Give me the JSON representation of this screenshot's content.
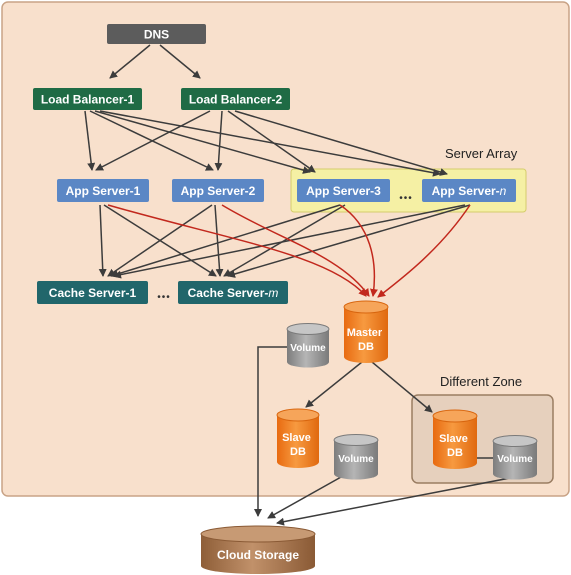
{
  "colors": {
    "region_fill": "#f8e0cc",
    "region_stroke": "#c9a386",
    "dns": "#5c5c5c",
    "load_balancer": "#1f6b45",
    "app_server": "#5b87c5",
    "cache_server": "#21666b",
    "server_array_fill": "#f5f0a4",
    "database": "#f07e20",
    "volume": "#8f8f8f",
    "cloud_storage": "#a8764d",
    "arrow_dark": "#3c3c3c",
    "arrow_red": "#c2281d",
    "zone_fill": "#e6d0bd",
    "zone_stroke": "#9a7d62"
  },
  "nodes": {
    "dns": "DNS",
    "lb1": "Load Balancer-1",
    "lb2": "Load Balancer-2",
    "app1": "App Server-1",
    "app2": "App Server-2",
    "app3": "App Server-3",
    "appn_prefix": "App Server-",
    "appn_suffix": "n",
    "cache1": "Cache Server-1",
    "cachem_prefix": "Cache Server-",
    "cachem_suffix": "m",
    "master_db": [
      "Master",
      "DB"
    ],
    "slave_db": [
      "Slave",
      "DB"
    ],
    "volume": "Volume",
    "cloud_storage": "Cloud Storage"
  },
  "labels": {
    "server_array": "Server Array",
    "different_zone": "Different Zone",
    "ellipsis": "•••"
  }
}
